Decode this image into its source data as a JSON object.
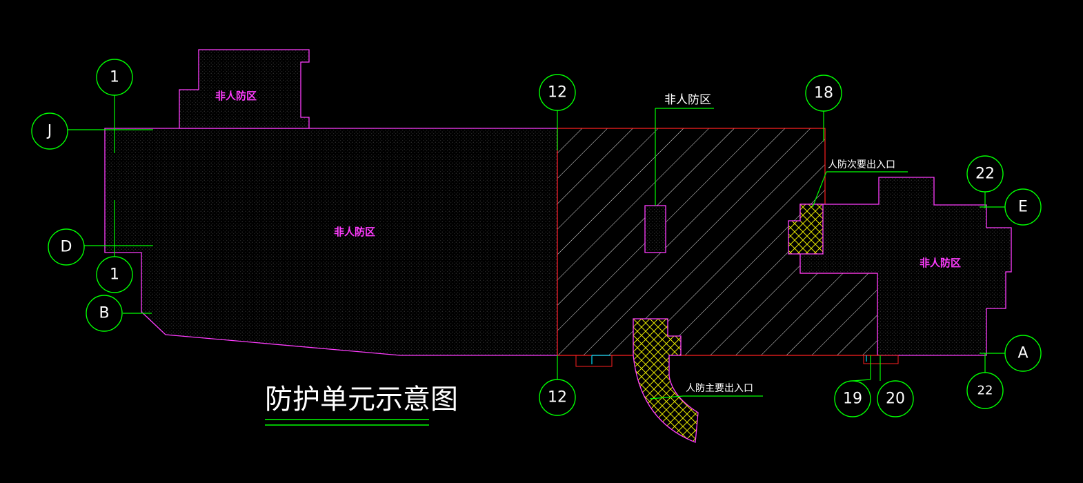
{
  "title": "防护单元示意图",
  "zones": {
    "non_civil_defense_label": "非人防区",
    "non_civil_defense_label_alt": "非人防区",
    "non_civil_defense_callout": "非人防区"
  },
  "entrances": {
    "secondary": "人防次要出入口",
    "main": "人防主要出入口"
  },
  "axes": {
    "a1_top": "1",
    "a1_bottom": "1",
    "aJ": "J",
    "aD": "D",
    "aB": "B",
    "a12_top": "12",
    "a12_bottom": "12",
    "a18": "18",
    "a22_top": "22",
    "a22_bottom": "22",
    "aE": "E",
    "aA": "A",
    "a19": "19",
    "a20": "20"
  },
  "colors": {
    "axis_green": "#00ff00",
    "outline_magenta": "#ff3cff",
    "outline_red": "#ff2020",
    "hatch_white": "#ffffff",
    "crosshatch_yellow": "#e6e600",
    "cyan": "#00e0ff",
    "background": "#000000"
  }
}
